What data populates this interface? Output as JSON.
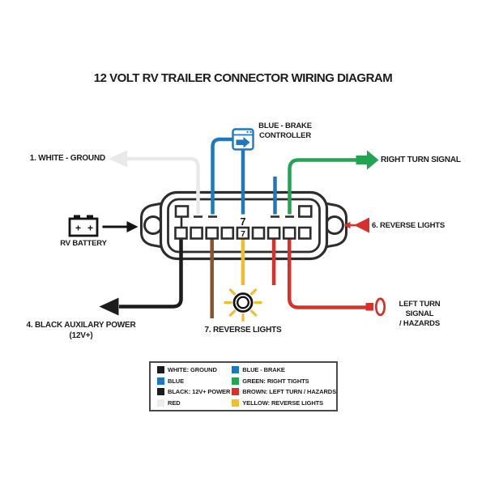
{
  "title": "12 VOLT RV TRAILER CONNECTOR WIRING DIAGRAM",
  "colors": {
    "blue": "#1e78be",
    "green": "#23a452",
    "red": "#d8302a",
    "yellow": "#f0bd2b",
    "brown": "#8a5429",
    "black": "#1c1c1c",
    "white_wire": "#e9e9e9",
    "outline": "#2d2d2d"
  },
  "labels": {
    "white_ground": "1. WHITE - GROUND",
    "brake_controller_line1": "BLUE - BRAKE",
    "brake_controller_line2": "CONTROLLER",
    "right_turn": "RIGHT TURN SIGNAL",
    "reverse_lights_6": "6. REVERSE LIGHTS",
    "rv_battery": "RV BATTERY",
    "black_aux_line1": "4. BLACK AUXILARY POWER",
    "black_aux_line2": "(12V+)",
    "reverse_lights_7": "7. REVERSE LIGHTS",
    "left_turn_line1": "LEFT TURN SIGNAL",
    "left_turn_line2": "/ HAZARDS",
    "pin7_top": "7",
    "pin7_square": "7",
    "battery_plus_left": "+",
    "battery_plus_right": "+"
  },
  "legend": {
    "items_left": [
      {
        "swatch": "#1c1c1c",
        "label": "WHITE: GROUND"
      },
      {
        "swatch": "#1e78be",
        "label": "BLUE"
      },
      {
        "swatch": "#1c1c1c",
        "label": "BLACK: 12V+ POWER"
      },
      {
        "swatch": "#ececec",
        "label": "RED"
      }
    ],
    "items_right": [
      {
        "swatch": "#1e78be",
        "label": "BLUE - BRAKE"
      },
      {
        "swatch": "#23a452",
        "label": "GREEN: RIGHT TIGHTS"
      },
      {
        "swatch": "#d8302a",
        "label": "BROWN: LEFT TURN / HAZARDS"
      },
      {
        "swatch": "#f0bd2b",
        "label": "YELLOW: REVERSE LIGHTS"
      }
    ]
  }
}
